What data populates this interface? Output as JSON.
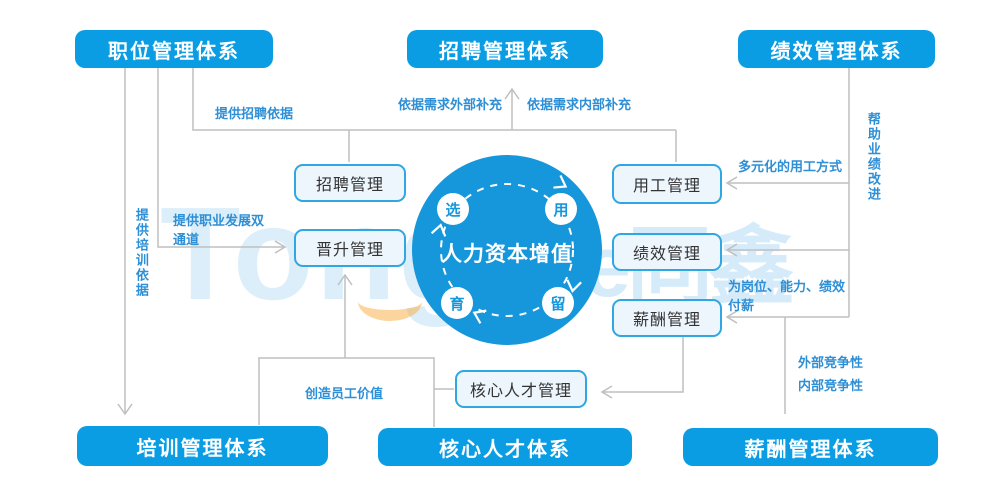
{
  "systems": {
    "position": "职位管理体系",
    "recruitment": "招聘管理体系",
    "performance": "绩效管理体系",
    "training": "培训管理体系",
    "core_talent": "核心人才体系",
    "compensation": "薪酬管理体系"
  },
  "modules": {
    "recruit_mgmt": "招聘管理",
    "promotion_mgmt": "晋升管理",
    "employment_mgmt": "用工管理",
    "performance_mgmt": "绩效管理",
    "compensation_mgmt": "薪酬管理",
    "core_talent_mgmt": "核心人才管理"
  },
  "center": {
    "title": "人力资本增值",
    "nodes": {
      "select": "选",
      "use": "用",
      "develop": "育",
      "retain": "留"
    }
  },
  "edge_labels": {
    "provide_recruit_basis": "提供招聘依据",
    "external_supplement": "依据需求外部补充",
    "internal_supplement": "依据需求内部补充",
    "diverse_employment": "多元化的用工方式",
    "help_performance_improve": "帮助业绩改进",
    "provide_training_basis": "提供培训依据",
    "dual_career_channel": "提供职业发展双通道",
    "pay_basis": "为岗位、能力、绩效付薪",
    "external_competitiveness": "外部竞争性",
    "internal_competitiveness": "内部竞争性",
    "create_employee_value": "创造员工价值"
  },
  "watermark": {
    "latin": "Tong",
    "cjk": "e同鑫"
  },
  "colors": {
    "primary_blue": "#0A9DE4",
    "circle_blue": "#1697DB",
    "module_border": "#30A6E2",
    "module_fill": "#EDF6FD",
    "label_blue": "#2E8FD6",
    "connector_gray": "#BFBFBF"
  }
}
